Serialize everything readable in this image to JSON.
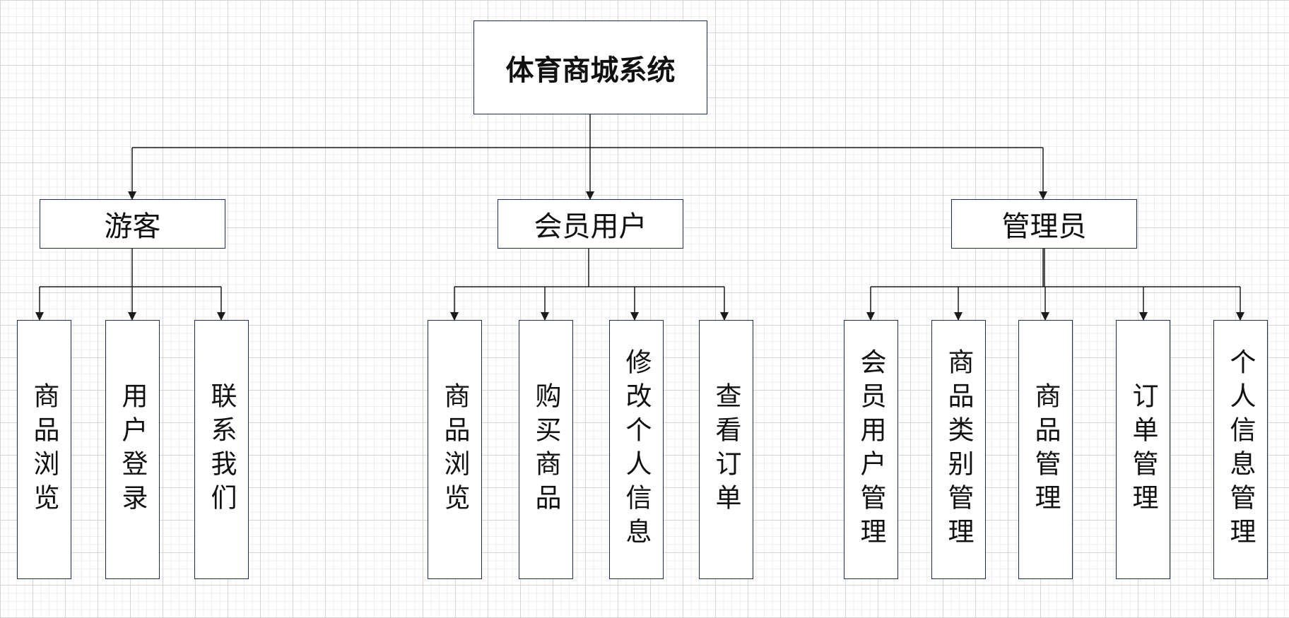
{
  "diagram": {
    "root": {
      "label": "体育商城系统"
    },
    "roles": [
      {
        "label": "游客",
        "children": [
          "商品浏览",
          "用户登录",
          "联系我们"
        ]
      },
      {
        "label": "会员用户",
        "children": [
          "商品浏览",
          "购买商品",
          "修改个人信息",
          "查看订单"
        ]
      },
      {
        "label": "管理员",
        "children": [
          "会员用户管理",
          "商品类别管理",
          "商品管理",
          "订单管理",
          "个人信息管理"
        ]
      }
    ]
  },
  "colors": {
    "line": "#1a1a1a",
    "box_border": "#1f2a5c",
    "grid": "#d6d6d6"
  }
}
